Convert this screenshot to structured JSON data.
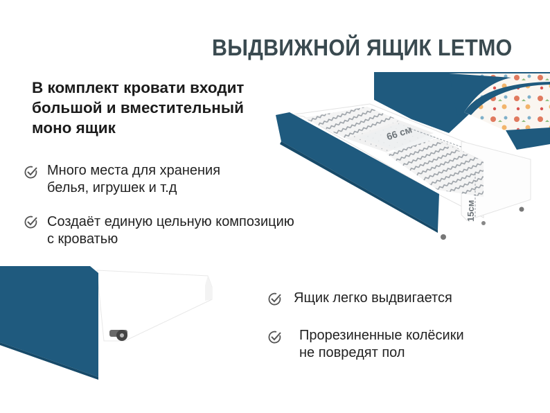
{
  "title": "ВЫДВИЖНОЙ ЯЩИК LETMO",
  "intro": {
    "line1": "В комплект кровати входит",
    "line2": "большой и вместительный",
    "line3": "моно ящик"
  },
  "features": [
    {
      "line1": "Много места для хранения",
      "line2": "белья, игрушек и т.д"
    },
    {
      "line1": "Создаёт  единую цельную композицию",
      "line2": "с кроватью"
    },
    {
      "line1": "Ящик легко выдвигается"
    },
    {
      "line1": "Прорезиненные колёсики",
      "line2": "не повредят пол"
    }
  ],
  "dimensions": {
    "width": "66 см",
    "height": "15см"
  },
  "colors": {
    "upholstery": "#1f5a7e",
    "title": "#3a4a50",
    "check": "#555555"
  },
  "icons": [
    "check-circle-icon"
  ]
}
